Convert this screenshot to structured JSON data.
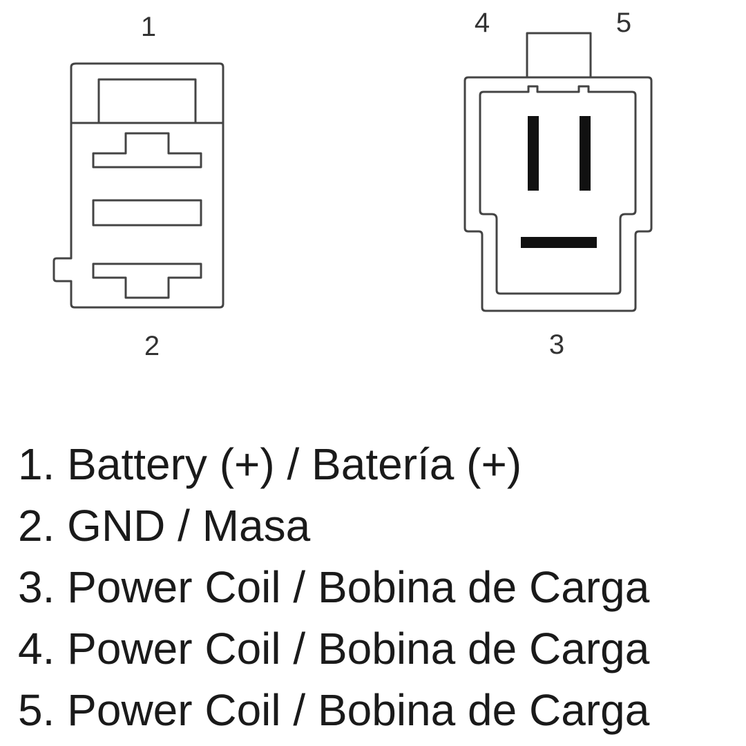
{
  "connectors": {
    "left": {
      "top_pin_label": "1",
      "bottom_pin_label": "2"
    },
    "right": {
      "top_left_pin_label": "4",
      "top_right_pin_label": "5",
      "bottom_pin_label": "3"
    }
  },
  "legend": {
    "items": [
      "1. Battery (+) / Batería (+)",
      "2. GND / Masa",
      "3. Power Coil / Bobina de Carga",
      "4. Power Coil / Bobina de Carga",
      "5. Power Coil / Bobina de Carga"
    ]
  },
  "colors": {
    "outline": "#444444",
    "terminal": "#111111",
    "text": "#1a1a1a",
    "background": "#ffffff"
  }
}
